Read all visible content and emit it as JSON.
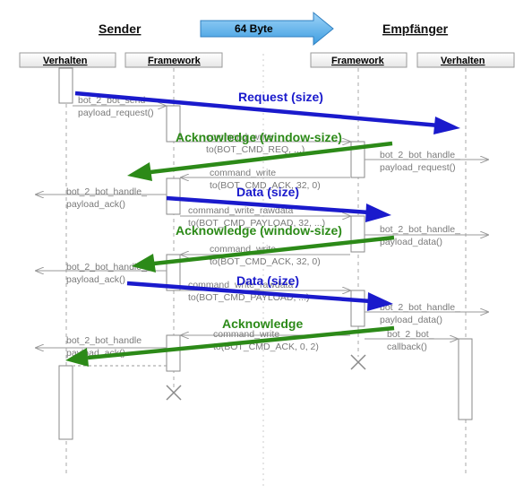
{
  "headers": {
    "sender": "Sender",
    "receiver": "Empfänger"
  },
  "banner": {
    "label": "64 Byte"
  },
  "lifelines": {
    "sender_behavior": "Verhalten",
    "sender_framework": "Framework",
    "receiver_framework": "Framework",
    "receiver_behavior": "Verhalten"
  },
  "messages": {
    "m1_line1": "bot_2_bot_send",
    "m1_line2": "payload_request()",
    "m2_line1": "command_write",
    "m2_line2": "to(BOT_CMD_REQ, ...)",
    "m3_line1": "bot_2_bot_handle_",
    "m3_line2": "payload_request()",
    "m4_line1": "command_write",
    "m4_line2": "to(BOT_CMD_ACK, 32, 0)",
    "m5_line1": "bot_2_bot_handle_",
    "m5_line2": "payload_ack()",
    "m6_line1": "command_write_rawdata",
    "m6_line2": "to(BOT_CMD_PAYLOAD, 32, ...)",
    "m7_line1": "bot_2_bot_handle_",
    "m7_line2": "payload_data()",
    "m8_line1": "command_write",
    "m8_line2": "to(BOT_CMD_ACK, 32, 0)",
    "m9_line1": "bot_2_bot_handle_",
    "m9_line2": "payload_ack()",
    "m10_line1": "command_write_rawdata",
    "m10_line2": "to(BOT_CMD_PAYLOAD, ...)",
    "m11_line1": "bot_2_bot_handle_",
    "m11_line2": "payload_data()",
    "m12_line1": "bot_2_bot_",
    "m12_line2": "callback()",
    "m13_line1": "command_write",
    "m13_line2": "to(BOT_CMD_ACK, 0, 2)",
    "m14_line1": "bot_2_bot_handle",
    "m14_line2": "payload_ack()"
  },
  "overlays": {
    "request": "Request (size)",
    "ack_window_1": "Acknowledge (window-size)",
    "data_1": "Data (size)",
    "ack_window_2": "Acknowledge (window-size)",
    "data_2": "Data (size)",
    "ack_final": "Acknowledge"
  },
  "colors": {
    "blue": "#1a1acc",
    "green": "#2c8a18",
    "banner": "#4aa8e8",
    "gray": "#9a9a9a"
  }
}
